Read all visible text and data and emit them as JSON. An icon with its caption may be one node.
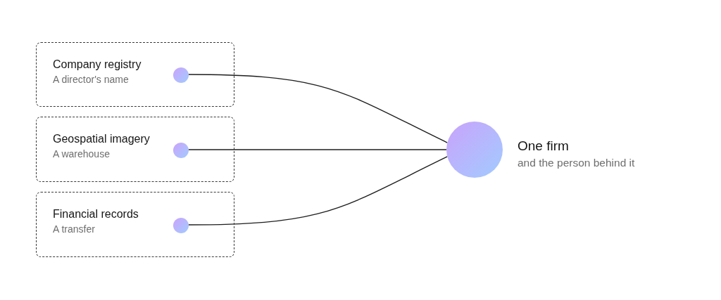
{
  "diagram": {
    "nodes": [
      {
        "text": [
          "Company registry",
          "A director's name"
        ]
      },
      {
        "text": [],
        "shape": "circle",
        "in": 0
      },
      {
        "text": [
          "Geospatial imagery",
          "A warehouse"
        ]
      },
      {
        "text": [],
        "shape": "circle",
        "in": 2
      },
      {
        "text": [
          "Financial records",
          "A transfer"
        ]
      },
      {
        "text": [],
        "shape": "circle",
        "in": 4
      },
      {
        "text": [],
        "shape": "circle",
        "beside": [
          "One firm",
          "and the person behind it"
        ]
      }
    ],
    "edges": [
      {
        "from": 1,
        "to": 6,
        "arrow": "none"
      },
      {
        "from": 3,
        "to": 6,
        "arrow": "none"
      },
      {
        "from": 5,
        "to": 6,
        "arrow": "none"
      }
    ]
  }
}
